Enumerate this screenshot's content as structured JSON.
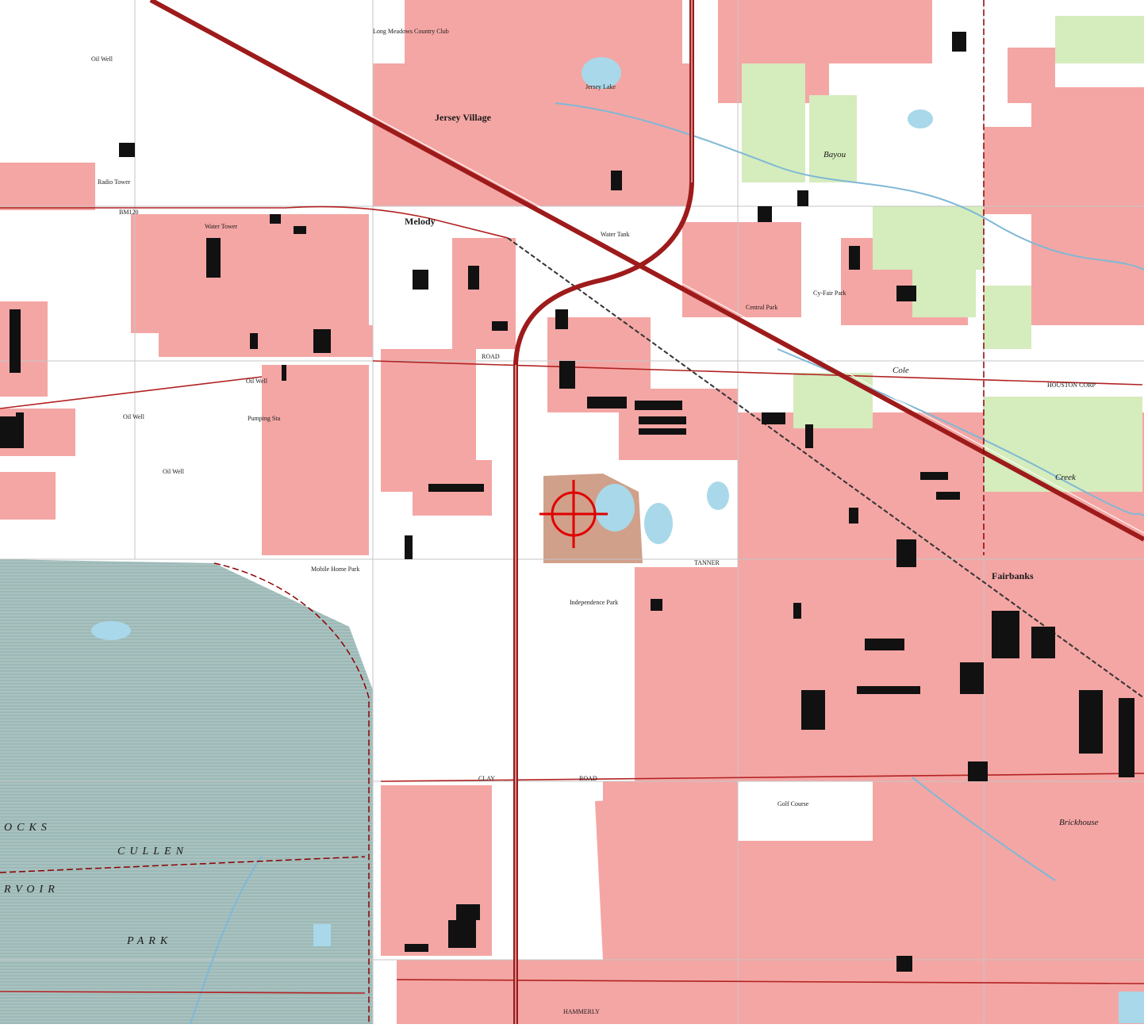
{
  "map": {
    "type": "USGS topographic quadrangle",
    "colors": {
      "urban": "#f4a6a4",
      "white": "#ffffff",
      "vegetation": "#d5ecbd",
      "reservoir": "#a9c2c0",
      "reservoir_hatch": "#8fb0ae",
      "road": "#b22222",
      "highway": "#9e1b1b",
      "water": "#a8d8ea",
      "building": "#111111",
      "gravel_pit": "#d0a08a",
      "grid": "#c6c6c6",
      "marker": "#e00000"
    },
    "labels": {
      "jersey_village": "Jersey Village",
      "melody": "Melody",
      "fairbanks": "Fairbanks",
      "independence_park": "Independence Park",
      "golf_course": "Golf Course",
      "cullen": "CULLEN",
      "park": "PARK",
      "rvoir": "RVOIR",
      "ocks": "OCKS",
      "creek": "Creek",
      "bayou": "Bayou",
      "cole_creek": "Cole",
      "brickhouse": "Brickhouse",
      "long_meadows": "Long Meadows Country Club",
      "jersey_lake": "Jersey Lake",
      "oil_well_1": "Oil Well",
      "oil_well_2": "Oil Well",
      "oil_well_3": "Oil Well",
      "oil_well_4": "Oil Well",
      "radio_tower": "Radio Tower",
      "mobile_home_park": "Mobile Home Park",
      "pumping_sta": "Pumping Sta",
      "water_tank": "Water Tank",
      "water_tower": "Water Tower",
      "central_park": "Central Park",
      "cy_fair_park": "Cy-Fair Park",
      "houston_corp": "HOUSTON CORP",
      "road_label": "ROAD",
      "clay": "CLAY",
      "clay_road": "ROAD",
      "hammerly": "HAMMERLY",
      "tanner": "TANNER",
      "bay_label": "BM120"
    },
    "marker": {
      "name": "target crosshair"
    }
  }
}
